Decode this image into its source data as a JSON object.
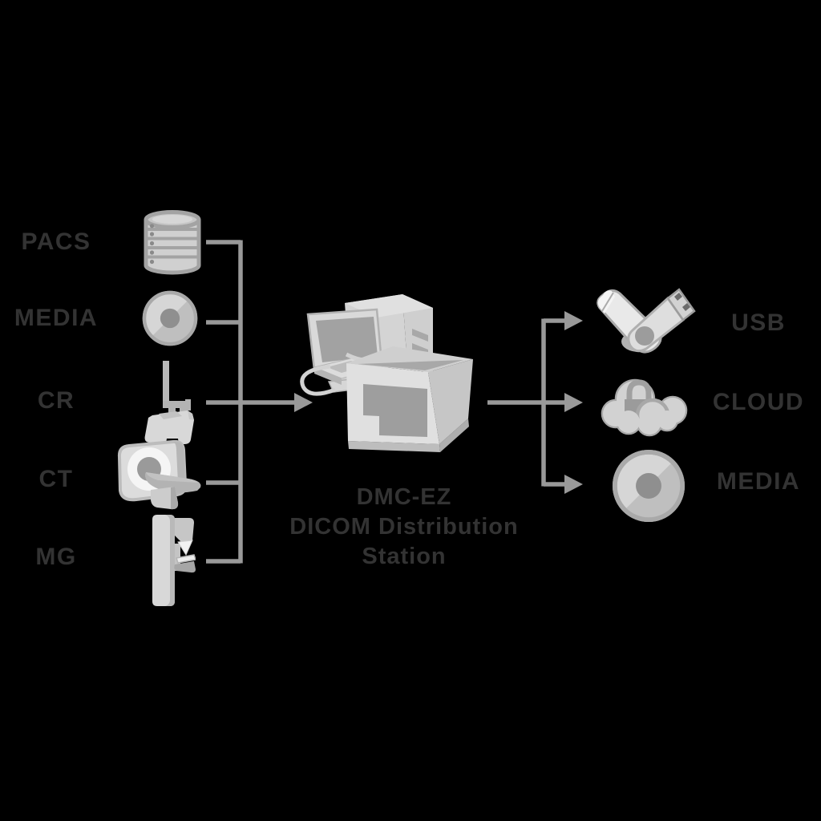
{
  "colors": {
    "background": "#000000",
    "label_text": "#333333",
    "connector": "#999999",
    "icon_light": "#d8d8d8",
    "icon_mid": "#b3b3b3",
    "icon_dark": "#8f8f8f",
    "icon_border": "#a6a6a6"
  },
  "sources": [
    {
      "label": "PACS",
      "icon": "database-icon"
    },
    {
      "label": "MEDIA",
      "icon": "disc-icon"
    },
    {
      "label": "CR",
      "icon": "cr-reader-icon"
    },
    {
      "label": "CT",
      "icon": "ct-scanner-icon"
    },
    {
      "label": "MG",
      "icon": "mammography-icon"
    }
  ],
  "station": {
    "line1": "DMC-EZ",
    "line2": "DICOM Distribution",
    "line3": "Station",
    "icon": "workstation-icon"
  },
  "outputs": [
    {
      "label": "USB",
      "icon": "usb-flash-drive-icon"
    },
    {
      "label": "CLOUD",
      "icon": "cloud-lock-icon"
    },
    {
      "label": "MEDIA",
      "icon": "disc-icon"
    }
  ]
}
